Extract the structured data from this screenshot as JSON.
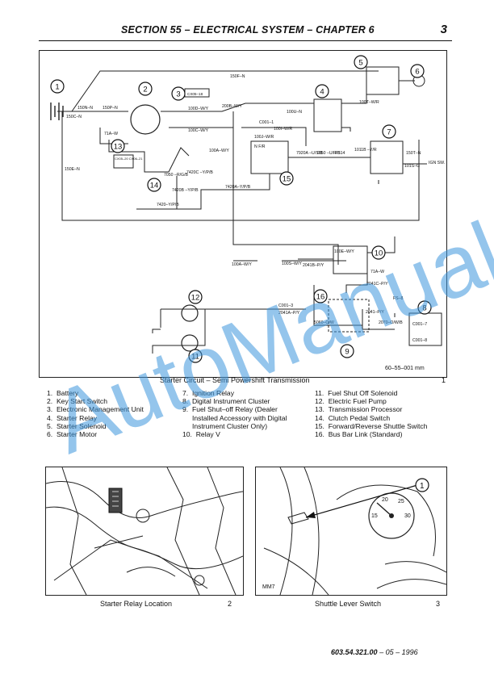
{
  "header": {
    "title": "SECTION 55 – ELECTRICAL SYSTEM – CHAPTER 6",
    "page": "3"
  },
  "figure1": {
    "caption": "Starter Circuit – Semi Powershift Transmission",
    "number": "1",
    "ref": "60–55–001 mm",
    "callouts": [
      "1",
      "2",
      "3",
      "4",
      "5",
      "6",
      "7",
      "8",
      "9",
      "10",
      "11",
      "12",
      "13",
      "14",
      "15",
      "16"
    ],
    "wire_labels": {
      "w150F_N": "150F–N",
      "w150N_N": "150N–N",
      "w150P_N": "150P–N",
      "w150C_N": "150C–N",
      "w150E_N": "150E–N",
      "w71A_W": "71A–W",
      "cx05": "CX05–18",
      "w200B": "200B–W/Y",
      "w100D": "100D–W/Y",
      "w100C": "100C–W/Y",
      "w100A": "100A–W/Y",
      "w100U": "100U–N",
      "w100T": "100T–W/R",
      "w100I": "100I–W/R",
      "c001_1": "C001–1",
      "w100J": "100J–W/R",
      "w7050": "7050\n–R/G/B",
      "w7420C": "7420C\n–Y/P/B",
      "w7420B": "7420B\n–Y/P/B",
      "w7420A": "7420A–Y/P/B",
      "w7420": "7420–Y/P/B",
      "w7920A": "7920A\n–U/S/B",
      "w7050B": "7050\n–U/R/B",
      "fs14": "FS14",
      "w1011B": "1011B\n–Y/R",
      "w150T": "150T–N",
      "w101S": "101S–G",
      "ign": "IGN\nSW.",
      "w100E": "100E–W/Y",
      "w100A2": "100A–W/Y",
      "w100S": "100S–W/Y",
      "w2041B": "2041B–P/Y",
      "w71A_W2": "71A–W",
      "w2041C": "2041C–P/Y",
      "c001_3": "C001–3",
      "w2041A": "2041A–P/Y",
      "fs8": "FS–8",
      "w2041Y": "2041–P/Y",
      "w5060": "5060–O/W",
      "w2070": "2070–O/W/B",
      "c001_7": "C001–7",
      "c001_8": "C001–8",
      "ca_nr": "CX05–20\nCX06–21",
      "fr": "N    F/R"
    }
  },
  "legend": {
    "col1": [
      "1.  Battery",
      "2.  Key Start Switch",
      "3.  Electronic Management Unit",
      "4.  Starter Relay",
      "5.  Starter Solenoid",
      "6.  Starter Motor"
    ],
    "col2": [
      "7.  Ignition Relay",
      "8.  Digital Instrument Cluster",
      "9.  Fuel Shut–off Relay (Dealer",
      "     Installed Accessory with Digital",
      "     Instrument Cluster Only)",
      "10.  Relay V"
    ],
    "col3": [
      "11.  Fuel Shut Off Solenoid",
      "12.  Electric Fuel Pump",
      "13.  Transmission Processor",
      "14.  Clutch Pedal Switch",
      "15.  Forward/Reverse Shuttle Switch",
      "16.  Bus Bar Link (Standard)"
    ]
  },
  "figure2": {
    "caption": "Starter Relay Location",
    "number": "2"
  },
  "figure3": {
    "caption": "Shuttle Lever Switch",
    "number": "3",
    "callout": "1",
    "corner_label": "MM7",
    "gauge_numbers": [
      "20",
      "25",
      "30",
      "15"
    ]
  },
  "footer": {
    "doc": "603.54.321.00",
    "date": " – 05 – 1996"
  },
  "watermark": "AutoManual"
}
